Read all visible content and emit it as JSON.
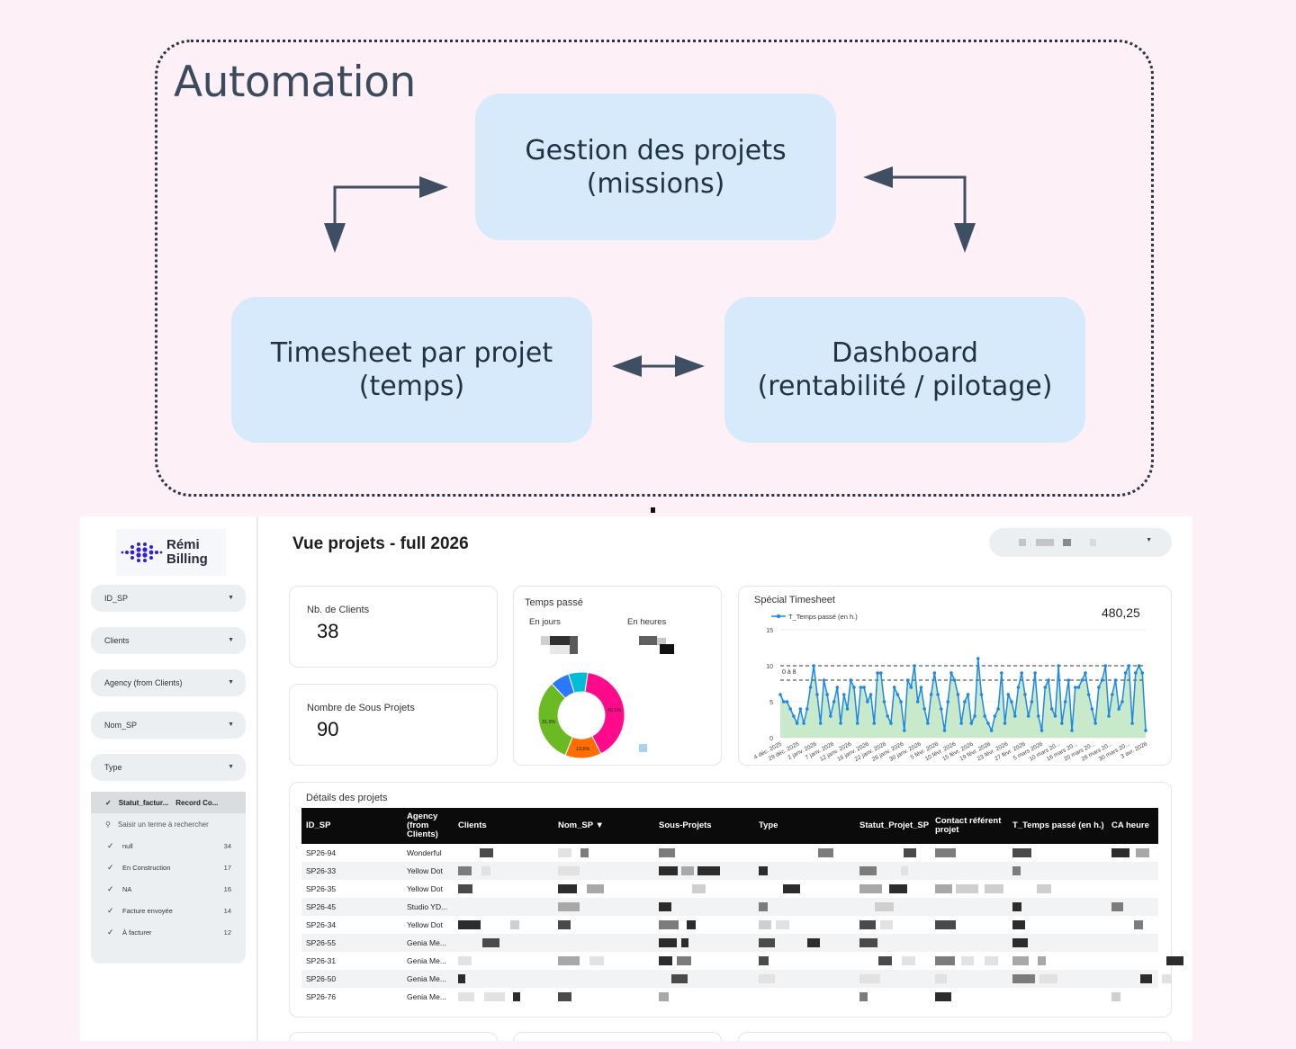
{
  "automation": {
    "title": "Automation",
    "boxes": {
      "gestion": {
        "line1": "Gestion des projets",
        "line2": "(missions)"
      },
      "timesheet": {
        "line1": "Timesheet par projet",
        "line2": "(temps)"
      },
      "dashboard": {
        "line1": "Dashboard",
        "line2": "(rentabilité / pilotage)"
      }
    }
  },
  "dashboard": {
    "logo": {
      "line1": "Rémi",
      "line2": "Billing"
    },
    "title": "Vue projets - full 2026",
    "filters": [
      "ID_SP",
      "Clients",
      "Agency (from Clients)",
      "Nom_SP",
      "Type"
    ],
    "status_filter": {
      "col1": "Statut_factur...",
      "col2": "Record Co...",
      "search_placeholder": "Saisir un terme à rechercher",
      "rows": [
        {
          "label": "null",
          "count": "34"
        },
        {
          "label": "En Construction",
          "count": "17"
        },
        {
          "label": "NA",
          "count": "16"
        },
        {
          "label": "Facture envoyée",
          "count": "14"
        },
        {
          "label": "À facturer",
          "count": "12"
        }
      ]
    },
    "kpis": {
      "clients": {
        "label": "Nb. de Clients",
        "value": "38"
      },
      "sous_projets": {
        "label": "Nombre de Sous Projets",
        "value": "90"
      }
    },
    "temps": {
      "title": "Temps passé",
      "en_jours": "En jours",
      "en_heures": "En heures",
      "donut": [
        {
          "label": "40,1%",
          "value": 40.1,
          "color": "#ff0a8a"
        },
        {
          "label": "13,6%",
          "value": 13.6,
          "color": "#ff6d00"
        },
        {
          "label": "31,9%",
          "value": 31.9,
          "color": "#6aba24"
        },
        {
          "label": "",
          "value": 7.2,
          "color": "#2979ff"
        },
        {
          "label": "",
          "value": 7.2,
          "color": "#00bcd4"
        }
      ]
    },
    "timesheet": {
      "title": "Spécial Timesheet",
      "legend": "T_Temps passé (en h.)",
      "total": "480,25",
      "band_label": "0 à 8"
    },
    "table": {
      "title": "Détails des projets",
      "headers": [
        "ID_SP",
        "Agency (from Clients)",
        "Clients",
        "Nom_SP ▼",
        "Sous-Projets",
        "Type",
        "Statut_Projet_SP",
        "Contact référent projet",
        "T_Temps passé (en h.)",
        "CA heure"
      ],
      "rows": [
        {
          "id": "SP26-94",
          "agency": "Wonderful"
        },
        {
          "id": "SP26-33",
          "agency": "Yellow Dot"
        },
        {
          "id": "SP26-35",
          "agency": "Yellow Dot"
        },
        {
          "id": "SP26-45",
          "agency": "Studio YD..."
        },
        {
          "id": "SP26-34",
          "agency": "Yellow Dot"
        },
        {
          "id": "SP26-55",
          "agency": "Genia Me..."
        },
        {
          "id": "SP26-31",
          "agency": "Genia Me..."
        },
        {
          "id": "SP26-50",
          "agency": "Genia Me..."
        },
        {
          "id": "SP26-76",
          "agency": "Genia Me..."
        }
      ]
    }
  },
  "chart_data": {
    "type": "line",
    "title": "Spécial Timesheet",
    "series": [
      {
        "name": "T_Temps passé (en h.)",
        "values": [
          6,
          5,
          5,
          4,
          3,
          2,
          4,
          2,
          4,
          7,
          10,
          6,
          2,
          8,
          6,
          3,
          5,
          7,
          2,
          6,
          4,
          8,
          7,
          2,
          7,
          7,
          5,
          6,
          2,
          9,
          9,
          5,
          3,
          2,
          7,
          6,
          5,
          1,
          8,
          7,
          10,
          5,
          7,
          4,
          2,
          6,
          9,
          6,
          4,
          1,
          5,
          9,
          8,
          6,
          2,
          5,
          6,
          2,
          3,
          11,
          6,
          3,
          2,
          1,
          3,
          4,
          9,
          2,
          6,
          5,
          3,
          7,
          9,
          6,
          3,
          5,
          9,
          3,
          1,
          7,
          8,
          4,
          3,
          10,
          2,
          5,
          8,
          1,
          7,
          7,
          8,
          9,
          6,
          4,
          2,
          7,
          8,
          10,
          3,
          6,
          8,
          4,
          5,
          9,
          10,
          2,
          9,
          10,
          9,
          1
        ]
      }
    ],
    "x_tick_labels": [
      "4 déc. 2025",
      "29 déc. 2025",
      "2 janv. 2026",
      "7 janv. 2026",
      "12 janv. 2026",
      "16 janv. 2026",
      "22 janv. 2026",
      "26 janv. 2026",
      "30 janv. 2026",
      "5 févr. 2026",
      "10 févr. 2026",
      "15 févr. 2026",
      "19 févr. 2026",
      "23 févr. 2026",
      "27 févr. 2026",
      "5 mars 2026",
      "10 mars 20...",
      "16 mars 20...",
      "20 mars 20...",
      "26 mars 20...",
      "30 mars 20...",
      "3 avr. 2026"
    ],
    "ylim": [
      0,
      15
    ],
    "yticks": [
      0,
      5,
      10,
      15
    ],
    "reference_lines": [
      8,
      10
    ],
    "band": [
      0,
      8
    ],
    "colors": {
      "line": "#1e88e5",
      "area": "#bfe5c2"
    },
    "legend": "top-left",
    "grid": true
  }
}
